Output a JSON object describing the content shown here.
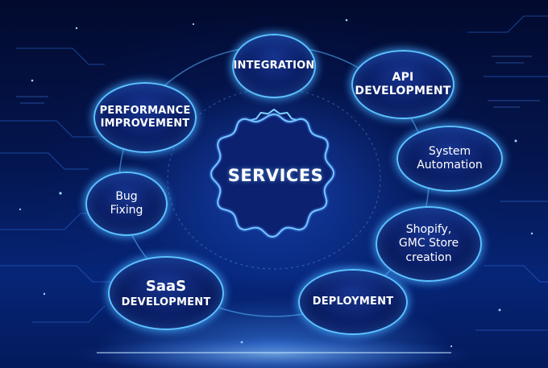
{
  "center": {
    "label": "SERVICES"
  },
  "services": {
    "integration": {
      "line1": "INTEGRATION"
    },
    "api": {
      "line1": "API",
      "line2": "DEVELOPMENT"
    },
    "performance": {
      "line1": "PERFORMANCE",
      "line2": "IMPROVEMENT"
    },
    "system": {
      "line1": "System",
      "line2": "Automation"
    },
    "bug": {
      "line1": "Bug",
      "line2": "Fixing"
    },
    "shopify": {
      "line1": "Shopify,",
      "line2": "GMC Store",
      "line3": "creation"
    },
    "saas": {
      "line1": "SaaS",
      "line2": "DEVELOPMENT"
    },
    "deployment": {
      "line1": "DEPLOYMENT"
    }
  },
  "colors": {
    "background": "#041650",
    "node_fill": "#0a1d63",
    "node_border": "#5cc2ff",
    "center_fill": "#0b1e66",
    "text": "#ffffff"
  }
}
